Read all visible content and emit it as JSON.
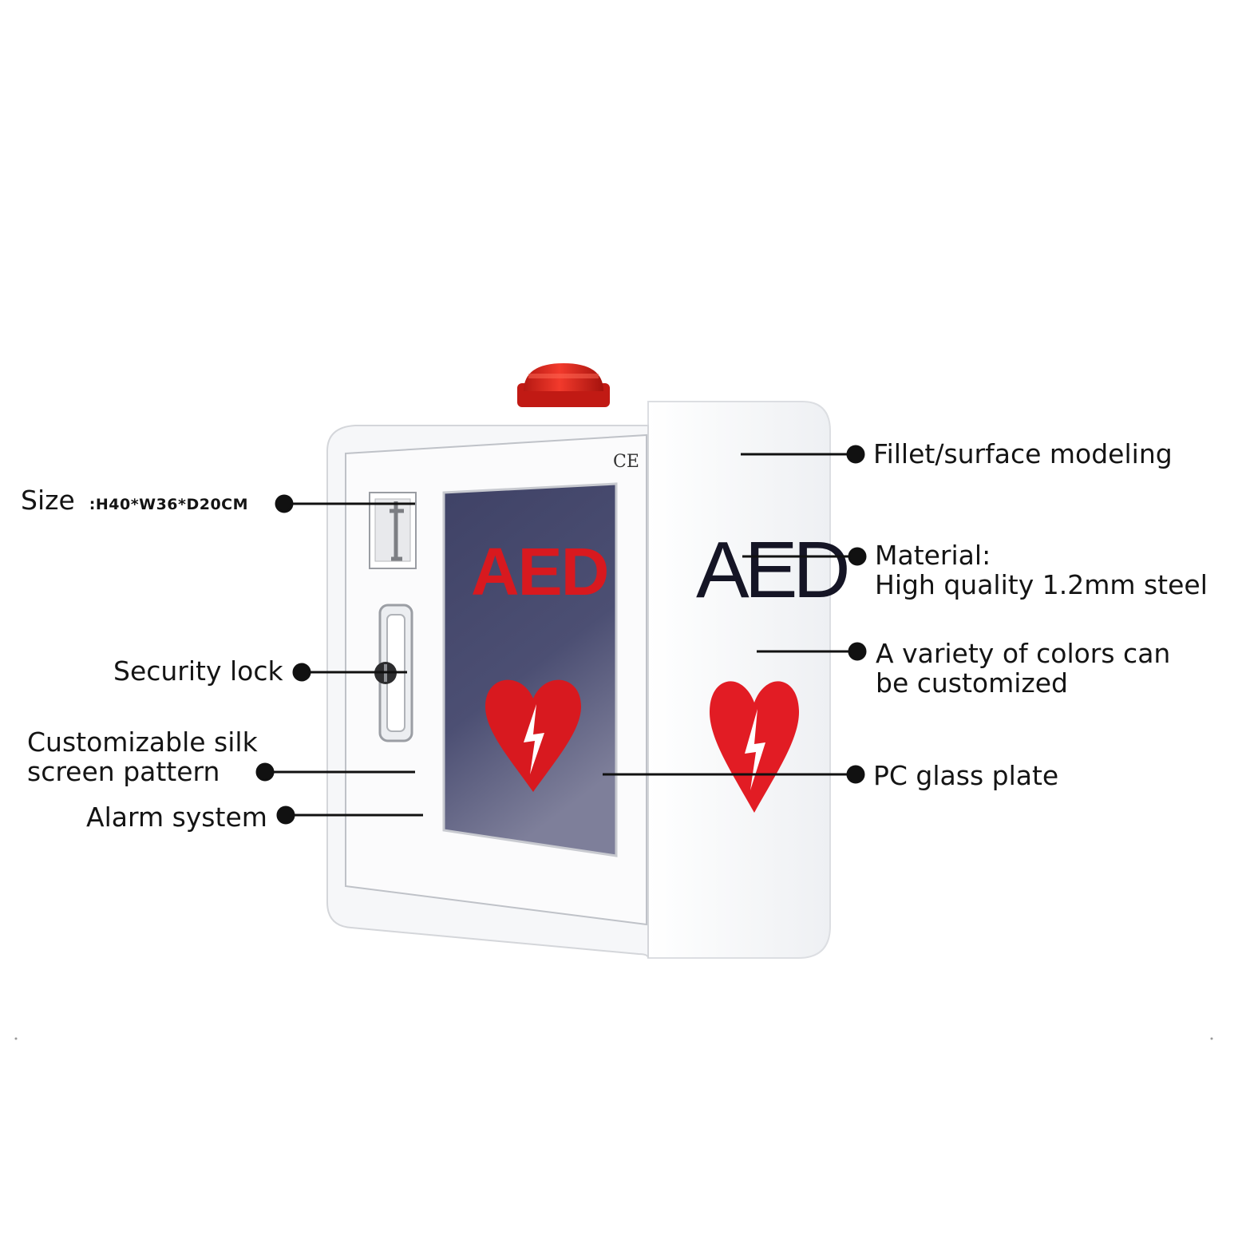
{
  "cabinet": {
    "front_text": "AED",
    "side_text": "AED",
    "ce_mark": "CE",
    "colors": {
      "red": "#d8191f",
      "glass": "#4b4d6f",
      "body": "#f4f5f7",
      "beacon": "#e0241c"
    },
    "icons": [
      "heart-bolt-icon",
      "beacon-light-icon",
      "security-lock-icon",
      "ce-mark-icon"
    ]
  },
  "callouts": {
    "size_label": "Size",
    "size_value": ":H40*W36*D20CM",
    "security_lock": "Security lock",
    "silk_screen": [
      "Customizable silk",
      "screen pattern"
    ],
    "alarm_system": "Alarm system",
    "fillet": "Fillet/surface modeling",
    "material": [
      "Material:",
      "High quality 1.2mm steel"
    ],
    "colors": [
      "A variety of colors can",
      "be customized"
    ],
    "pc_glass": "PC glass plate"
  }
}
